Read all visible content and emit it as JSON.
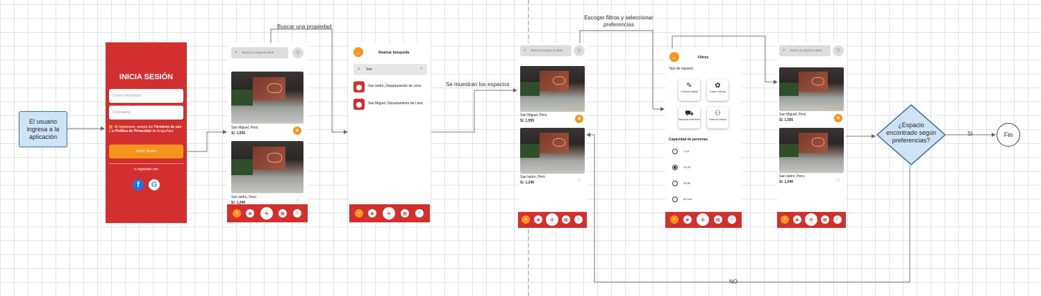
{
  "flow": {
    "start": "El usuario ingresa a la aplicación",
    "labels": {
      "buscar": "Buscar una propiedad",
      "muestran": "Se muestran los espacios",
      "filtros": "Escoger filtros y seleccionar preferencias",
      "si": "SI",
      "no": "NO"
    },
    "decision": "¿Espacio encontrado según preferencias?",
    "end": "Fin"
  },
  "login": {
    "title": "INICIA SESIÓN",
    "email_placeholder": "Correo electrónico",
    "password_placeholder": "Contraseña",
    "terms_pre": "Al registrarse, acepta los ",
    "terms_link1": "Términos de uso",
    "terms_mid": " y la ",
    "terms_link2": "Política de Privacidad",
    "terms_post": " de AcquaTact",
    "button": "Iniciar Sesión",
    "or": "o regístrate con",
    "facebook_icon": "f",
    "google_icon": "G"
  },
  "screens": {
    "home": {
      "search_placeholder": "Busca tu espacio ideal",
      "cards": [
        {
          "location": "San Miguel, Perú",
          "price": "S/. 1,555"
        },
        {
          "location": "San Isidro, Perú",
          "price": "S/. 1,240"
        }
      ]
    },
    "search": {
      "title": "Realizar búsqueda",
      "query": "San",
      "results": [
        "San Isidro, Departamento de Lima",
        "San Miguel, Departamento de Lima"
      ]
    },
    "results": {
      "search_placeholder": "Busca tu espacio ideal",
      "overlay": "Ver en el mapa",
      "cards": [
        {
          "location": "San Miguel, Perú",
          "price": "S/. 1,555"
        },
        {
          "location": "San Isidro, Perú",
          "price": "S/. 1,240"
        }
      ]
    },
    "filters": {
      "title": "Filtros",
      "type_section": "Tipo de espacio",
      "types": [
        "Creación digital",
        "Casa u oficina",
        "Espacios exteriores",
        "Casa de cuerpo"
      ],
      "capacity_section": "Capacidad de personas",
      "capacities": [
        "1-10",
        "10-25",
        "25-50",
        "50-100"
      ],
      "selected_capacity": "10-25"
    },
    "final": {
      "search_placeholder": "Busca tu espacio ideal",
      "overlay": "Ver en el mapa",
      "cards": [
        {
          "location": "San Miguel, Perú",
          "price": "S/. 1,555"
        },
        {
          "location": "San Isidro, Perú",
          "price": "S/. 1,240"
        }
      ]
    }
  },
  "nav_icons": [
    "search-icon",
    "location-icon",
    "add-icon",
    "calendar-icon",
    "profile-icon"
  ],
  "colors": {
    "red": "#d32f2f",
    "orange": "#f7941d",
    "flow_box": "#cfe3f7"
  }
}
